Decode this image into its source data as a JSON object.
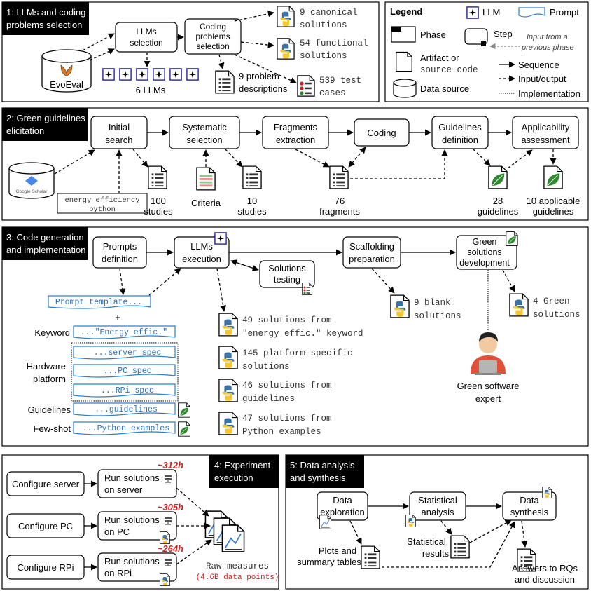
{
  "phases": {
    "p1": {
      "line1": "1: LLMs and coding",
      "line2": "problems selection"
    },
    "p2": {
      "line1": "2: Green guidelines",
      "line2": "elicitation"
    },
    "p3": {
      "line1": "3: Code generation",
      "line2": "and implementation"
    },
    "p4": {
      "line1": "4: Experiment",
      "line2": "execution"
    },
    "p5": {
      "line1": "5: Data analysis",
      "line2": "and synthesis"
    }
  },
  "legend": {
    "title": "Legend",
    "llm": "LLM",
    "prompt": "Prompt",
    "phase": "Phase",
    "step": "Step",
    "input_line1": "Input from a",
    "input_line2": "previous phase",
    "artifact_line1": "Artifact or",
    "artifact_line2": "source code",
    "data_source": "Data source",
    "sequence": "Sequence",
    "input_output": "Input/output",
    "implementation": "Implementation"
  },
  "phase1": {
    "evoeval": "EvoEval",
    "llms_sel": [
      "LLMs",
      "selection"
    ],
    "coding_sel": [
      "Coding",
      "problems",
      "selection"
    ],
    "six_llms": "6 LLMs",
    "canonical": [
      "9 canonical",
      "solutions"
    ],
    "functional": [
      "54 functional",
      "solutions"
    ],
    "problems": [
      "9 problem",
      "descriptions"
    ],
    "tests": [
      "539 test",
      "cases"
    ]
  },
  "phase2": {
    "scholar": "Google Scholar",
    "query": [
      "energy efficiency",
      "python"
    ],
    "initial": [
      "Initial",
      "search"
    ],
    "systematic": [
      "Systematic",
      "selection"
    ],
    "fragments": [
      "Fragments",
      "extraction"
    ],
    "coding": "Coding",
    "guidelines_def": [
      "Guidelines",
      "definition"
    ],
    "applicability": [
      "Applicability",
      "assessment"
    ],
    "studies100": [
      "100",
      "studies"
    ],
    "criteria": "Criteria",
    "studies10": [
      "10",
      "studies"
    ],
    "frag76": [
      "76",
      "fragments"
    ],
    "guide28": [
      "28",
      "guidelines"
    ],
    "guide10": [
      "10 applicable",
      "guidelines"
    ]
  },
  "phase3": {
    "prompts_def": [
      "Prompts",
      "definition"
    ],
    "llms_exec": [
      "LLMs",
      "execution"
    ],
    "testing": [
      "Solutions",
      "testing"
    ],
    "scaffolding": [
      "Scaffolding",
      "preparation"
    ],
    "green_dev": [
      "Green",
      "solutions",
      "development"
    ],
    "prompt_template": "Prompt template...",
    "plus": "+",
    "keyword_label": "Keyword",
    "keyword_prompt": "...\"Energy effic.\"",
    "hardware_label": [
      "Hardware",
      "platform"
    ],
    "server_spec": "...server spec",
    "pc_spec": "...PC spec",
    "rpi_spec": "...RPi spec",
    "guidelines_label": "Guidelines",
    "guidelines_prompt": "...guidelines",
    "fewshot_label": "Few-shot",
    "fewshot_prompt": "...Python examples",
    "sol49": [
      "49 solutions from",
      "\"energy effic.\" keyword"
    ],
    "sol145": [
      "145 platform-specific",
      "solutions"
    ],
    "sol46": [
      "46 solutions from",
      "guidelines"
    ],
    "sol47": [
      "47 solutions from",
      "Python examples"
    ],
    "blank": [
      "9 blank",
      "solutions"
    ],
    "green4": [
      "4 Green",
      "solutions"
    ],
    "expert": [
      "Green software",
      "expert"
    ]
  },
  "phase4": {
    "cfg_server": "Configure server",
    "cfg_pc": "Configure PC",
    "cfg_rpi": "Configure RPi",
    "run_server": [
      "Run solutions",
      "on server"
    ],
    "run_pc": [
      "Run solutions",
      "on PC"
    ],
    "run_rpi": [
      "Run solutions",
      "on RPi"
    ],
    "h_server": "~312h",
    "h_pc": "~305h",
    "h_rpi": "~264h",
    "raw": "Raw measures",
    "points": "(4.6B data points)"
  },
  "phase5": {
    "exploration": [
      "Data",
      "exploration"
    ],
    "statistical": [
      "Statistical",
      "analysis"
    ],
    "synthesis": [
      "Data",
      "synthesis"
    ],
    "plots": [
      "Plots and",
      "summary tables"
    ],
    "stat_results": [
      "Statistical",
      "results"
    ],
    "answers": [
      "Answers to RQs",
      "and discussion"
    ]
  }
}
